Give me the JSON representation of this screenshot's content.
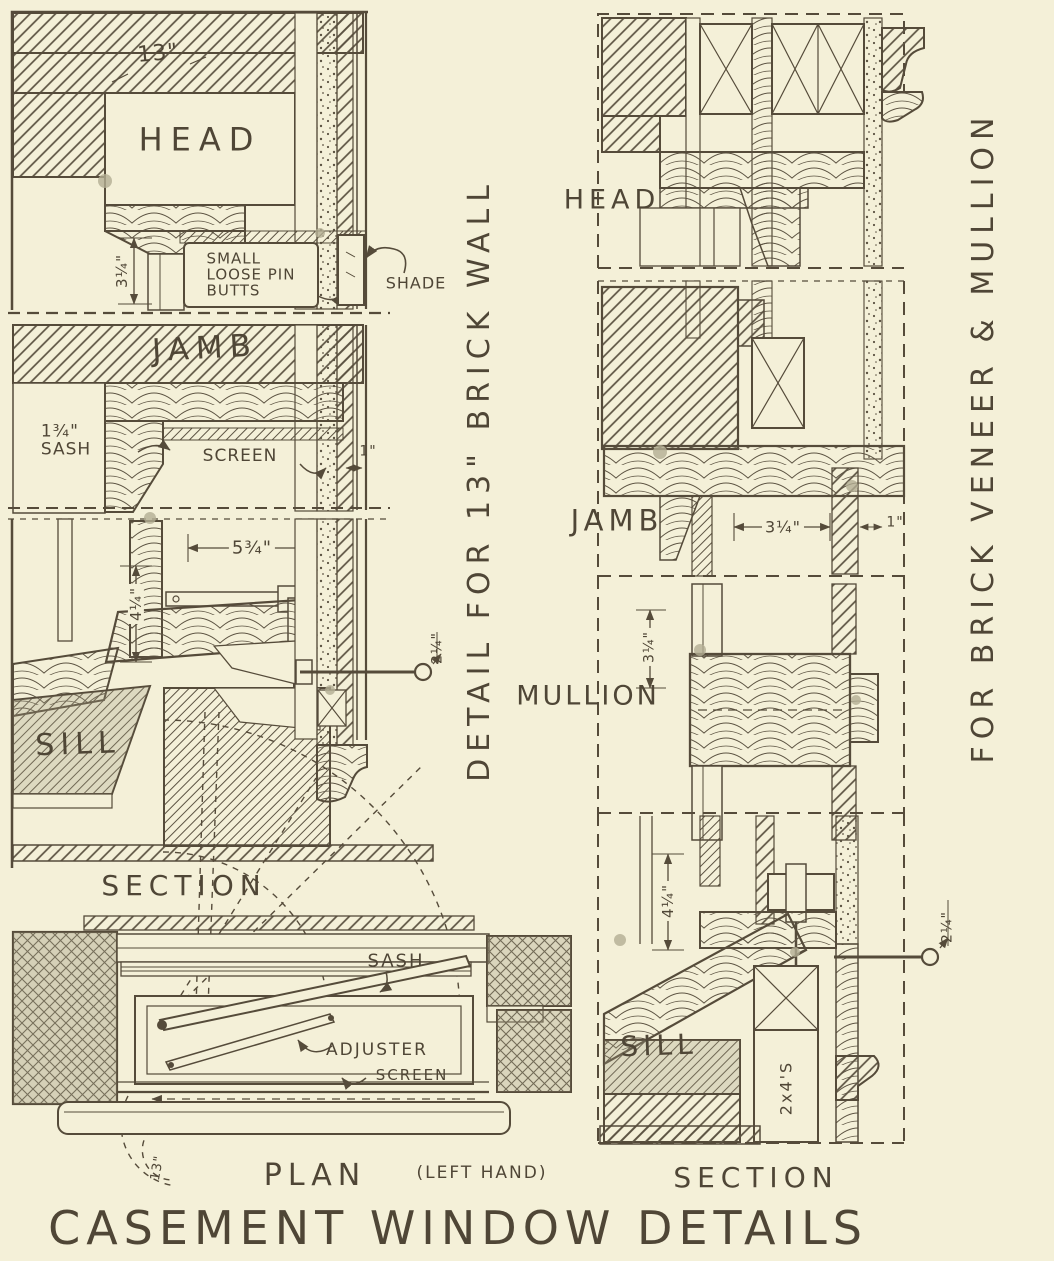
{
  "title": "CASEMENT WINDOW DETAILS",
  "left_column": {
    "caption": "DETAIL FOR 13\" BRICK WALL",
    "head": {
      "label": "HEAD",
      "wall_thickness": "13\"",
      "trim_height": "3¼\"",
      "hinge_note": "SMALL\nLOOSE PIN\nBUTTS",
      "shade": "SHADE"
    },
    "jamb": {
      "label": "JAMB",
      "sash_note": "1¾\"\nSASH",
      "screen": "SCREEN",
      "gap": "1\""
    },
    "sill": {
      "label": "SILL",
      "frame_width": "5¾\"",
      "frame_height": "4¼\"",
      "rod_length": "2¼\"",
      "caption": "SECTION"
    },
    "plan": {
      "caption": "PLAN",
      "hand": "(LEFT HAND)",
      "sash": "SASH",
      "adjuster": "ADJUSTER",
      "screen": "SCREEN",
      "wall_thickness": "13\""
    }
  },
  "right_column": {
    "caption": "FOR BRICK VENEER & MULLION",
    "head": {
      "label": "HEAD"
    },
    "jamb": {
      "label": "JAMB",
      "width": "3¼\"",
      "gap": "1\""
    },
    "mullion": {
      "label": "MULLION",
      "width": "3¼\""
    },
    "sill": {
      "label": "SILL",
      "frame_height": "4¼\"",
      "rod_length": "2¼\"",
      "studs": "2x4'S",
      "caption": "SECTION"
    }
  },
  "colors": {
    "paper": "#f4f0d8",
    "ink": "#554b3a",
    "wash": "#a49f84"
  }
}
